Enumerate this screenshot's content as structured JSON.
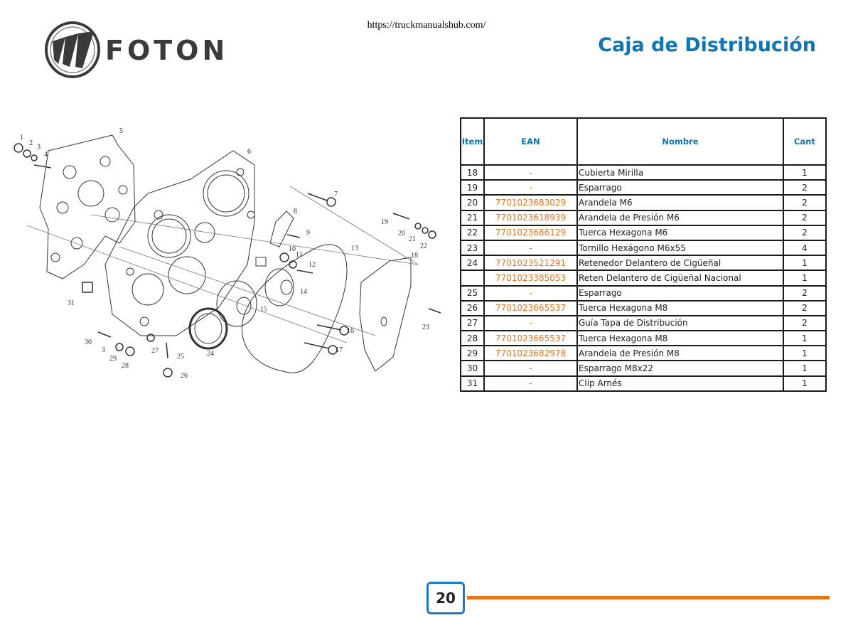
{
  "header": {
    "url": "https://truckmanualshub.com/",
    "brand": "FOTON",
    "section_title": "Caja de Distribución"
  },
  "colors": {
    "title_blue": "#0f75b4",
    "ean_orange": "#e8731b",
    "page_box_border": "#1c7bc0"
  },
  "diagram": {
    "callouts": [
      "1",
      "2",
      "3",
      "4",
      "5",
      "6",
      "7",
      "8",
      "9",
      "10",
      "11",
      "12",
      "13",
      "14",
      "15",
      "16",
      "17",
      "18",
      "19",
      "20",
      "21",
      "22",
      "23",
      "24",
      "25",
      "26",
      "27",
      "28",
      "29",
      "30",
      "3",
      "31"
    ]
  },
  "table": {
    "headers": {
      "item": "Item",
      "ean": "EAN",
      "name": "Nombre",
      "qty": "Cant"
    },
    "rows": [
      {
        "item": "18",
        "ean": "-",
        "name": "Cubierta Mirilla",
        "qty": "1"
      },
      {
        "item": "19",
        "ean": "-",
        "name": "Esparrago",
        "qty": "2"
      },
      {
        "item": "20",
        "ean": "7701023683029",
        "name": "Arandela M6",
        "qty": "2"
      },
      {
        "item": "21",
        "ean": "7701023618939",
        "name": "Arandela de Presión M6",
        "qty": "2"
      },
      {
        "item": "22",
        "ean": "7701023686129",
        "name": "Tuerca Hexagona M6",
        "qty": "2"
      },
      {
        "item": "23",
        "ean": "-",
        "name": "Tornillo Hexágono M6x55",
        "qty": "4"
      },
      {
        "item": "24",
        "ean": "7701023521291",
        "name": "Retenedor Delantero de Cigüeñal",
        "qty": "1"
      },
      {
        "item": "",
        "ean": "7701023385053",
        "name": "Reten Delantero de Cigüeñal Nacional",
        "qty": "1"
      },
      {
        "item": "25",
        "ean": "-",
        "name": "Esparrago",
        "qty": "2"
      },
      {
        "item": "26",
        "ean": "7701023665537",
        "name": "Tuerca Hexagona M8",
        "qty": "2"
      },
      {
        "item": "27",
        "ean": "-",
        "name": "Guía Tapa de Distribución",
        "qty": "2"
      },
      {
        "item": "28",
        "ean": "7701023665537",
        "name": "Tuerca Hexagona M8",
        "qty": "1"
      },
      {
        "item": "29",
        "ean": "7701023682978",
        "name": "Arandela de Presión M8",
        "qty": "1"
      },
      {
        "item": "30",
        "ean": "-",
        "name": "Esparrago M8x22",
        "qty": "1"
      },
      {
        "item": "31",
        "ean": "-",
        "name": "Clip Arnés",
        "qty": "1"
      }
    ]
  },
  "footer": {
    "page_number": "20"
  }
}
